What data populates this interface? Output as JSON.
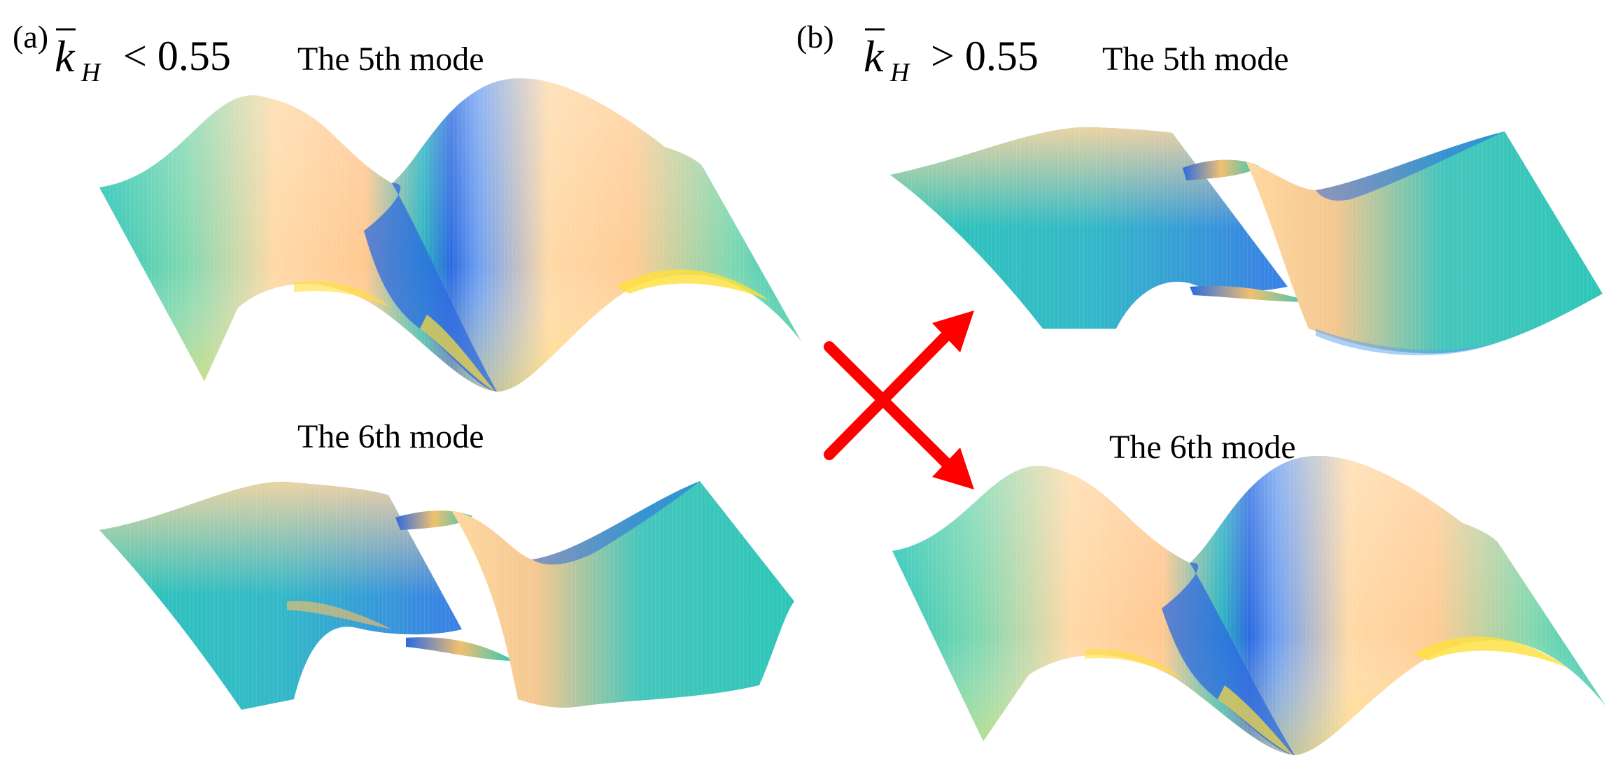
{
  "panels": [
    {
      "label": "(a)",
      "k_symbol": "k",
      "k_subscript": "H",
      "relation": "< 0.55",
      "top_title": "The 5th mode",
      "bottom_title": "The 6th mode"
    },
    {
      "label": "(b)",
      "k_symbol": "k",
      "k_subscript": "H",
      "relation": "> 0.55",
      "top_title": "The 5th mode",
      "bottom_title": "The 6th mode"
    }
  ],
  "colors": {
    "arrow": "#ff0000",
    "surface_teal": "#2ec6b8",
    "surface_yellow": "#ffe76a",
    "surface_blue": "#2b6ae0",
    "surface_peach": "#ffd0a0"
  }
}
